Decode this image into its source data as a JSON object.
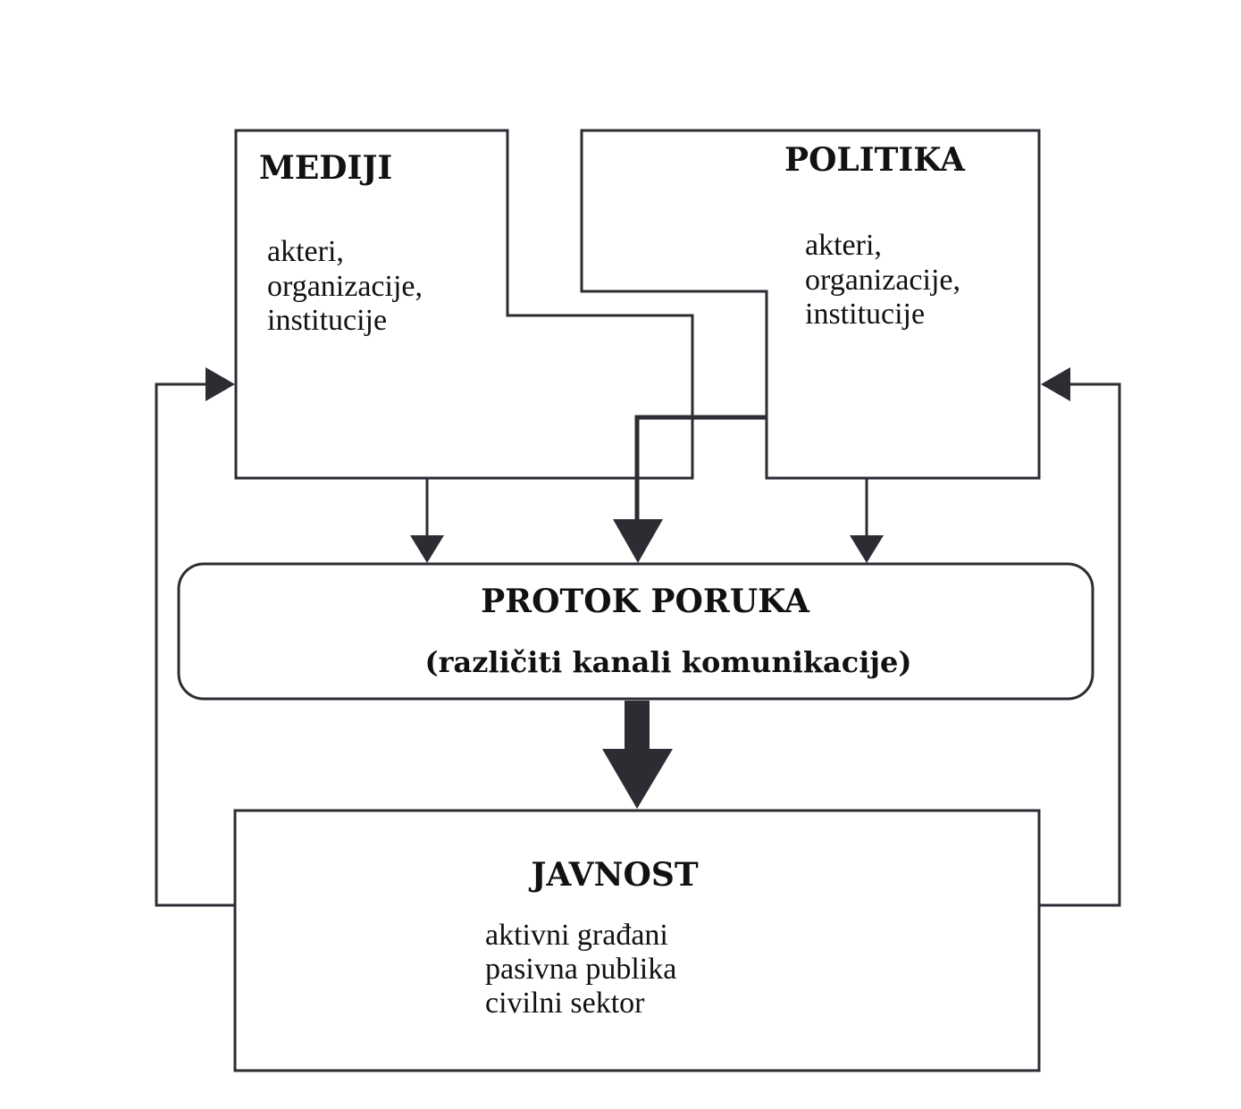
{
  "media": {
    "title": "MEDIJI",
    "lines": [
      "akteri,",
      "organizacije,",
      "institucije"
    ]
  },
  "politics": {
    "title": "POLITIKA",
    "lines": [
      "akteri,",
      "organizacije,",
      "institucije"
    ]
  },
  "flow": {
    "title": "PROTOK PORUKA",
    "subtitle": "(različiti kanali komunikacije)"
  },
  "public": {
    "title": "JAVNOST",
    "lines": [
      "aktivni građani",
      "pasivna publika",
      "civilni sektor"
    ]
  },
  "colors": {
    "stroke": "#2b2d33",
    "text": "#111111",
    "background": "#ffffff"
  }
}
